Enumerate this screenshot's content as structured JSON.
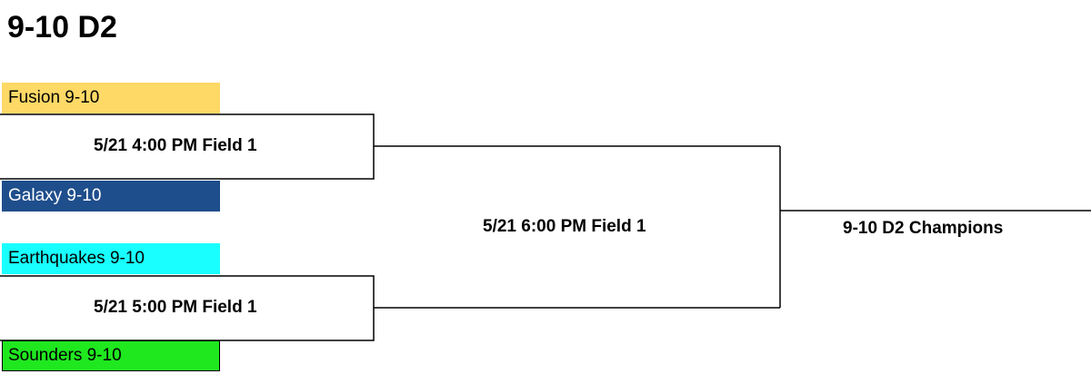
{
  "title": "9-10 D2",
  "colors": {
    "team_1": "#ffd966",
    "team_2": "#1f4e8c",
    "team_3": "#19ffff",
    "team_4": "#1fe81f",
    "team_2_text": "#ffffff"
  },
  "round1": [
    {
      "top_team": "Fusion 9-10",
      "bottom_team": "Galaxy 9-10",
      "game": "5/21 4:00 PM Field 1"
    },
    {
      "top_team": "Earthquakes 9-10",
      "bottom_team": "Sounders 9-10",
      "game": "5/21 5:00 PM Field 1"
    }
  ],
  "final": {
    "game": "5/21 6:00 PM Field 1"
  },
  "champion_label": "9-10 D2 Champions"
}
